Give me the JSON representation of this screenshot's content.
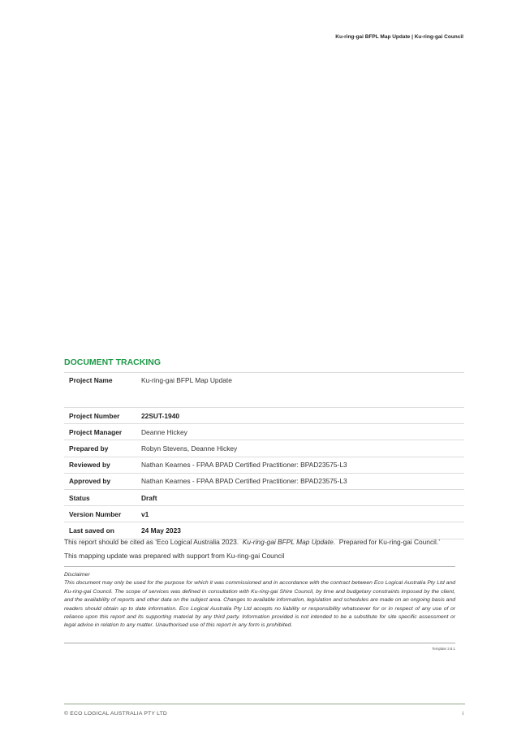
{
  "header": {
    "running_title": "Ku-ring-gai BFPL Map Update | Ku-ring-gai Council"
  },
  "document_tracking": {
    "title": "DOCUMENT TRACKING",
    "rows": [
      {
        "label": "Project Name",
        "value": "Ku-ring-gai BFPL Map Update"
      },
      {
        "label": "Project Number",
        "value": "22SUT-1940"
      },
      {
        "label": "Project Manager",
        "value": "Deanne Hickey"
      },
      {
        "label": "Prepared by",
        "value": "Robyn Stevens, Deanne Hickey"
      },
      {
        "label": "Reviewed by",
        "value": "Nathan Kearnes - FPAA BPAD Certified Practitioner: BPAD23575-L3"
      },
      {
        "label": "Approved by",
        "value": "Nathan Kearnes - FPAA BPAD Certified Practitioner: BPAD23575-L3"
      },
      {
        "label": "Status",
        "value": "Draft"
      },
      {
        "label": "Version Number",
        "value": "v1"
      },
      {
        "label": "Last saved on",
        "value": "24 May 2023"
      }
    ]
  },
  "citation": {
    "prefix": "This report should be cited as ‘Eco Logical Australia 2023.  ",
    "title": "Ku-ring-gai BFPL Map Update",
    "suffix": ".  Prepared for Ku-ring-gai Council.’"
  },
  "support_note": "This mapping update was prepared with support from Ku-ring-gai Council",
  "disclaimer": {
    "heading": "Disclaimer",
    "text": "This document may only be used for the purpose for which it was commissioned and in accordance with the contract between Eco Logical Australia Pty Ltd and Ku-ring-gai Council.  The scope of services was defined in consultation with Ku-ring-gai Shire Council, by time and budgetary constraints imposed by the client, and the availability of reports and other data on the subject area.  Changes to available information, legislation and schedules are made on an ongoing basis and readers should obtain up to date information.  Eco Logical Australia Pty Ltd accepts no liability or responsibility whatsoever for or in respect of any use of or reliance upon this report and its supporting material by any third party.  Information provided is not intended to be a substitute for site specific assessment or legal advice in relation to any matter.  Unauthorised use of this report in any form is prohibited."
  },
  "template_version": "Template 2.8.1",
  "footer": {
    "copyright": "© ECO LOGICAL AUSTRALIA PTY LTD",
    "page_number": "i"
  }
}
